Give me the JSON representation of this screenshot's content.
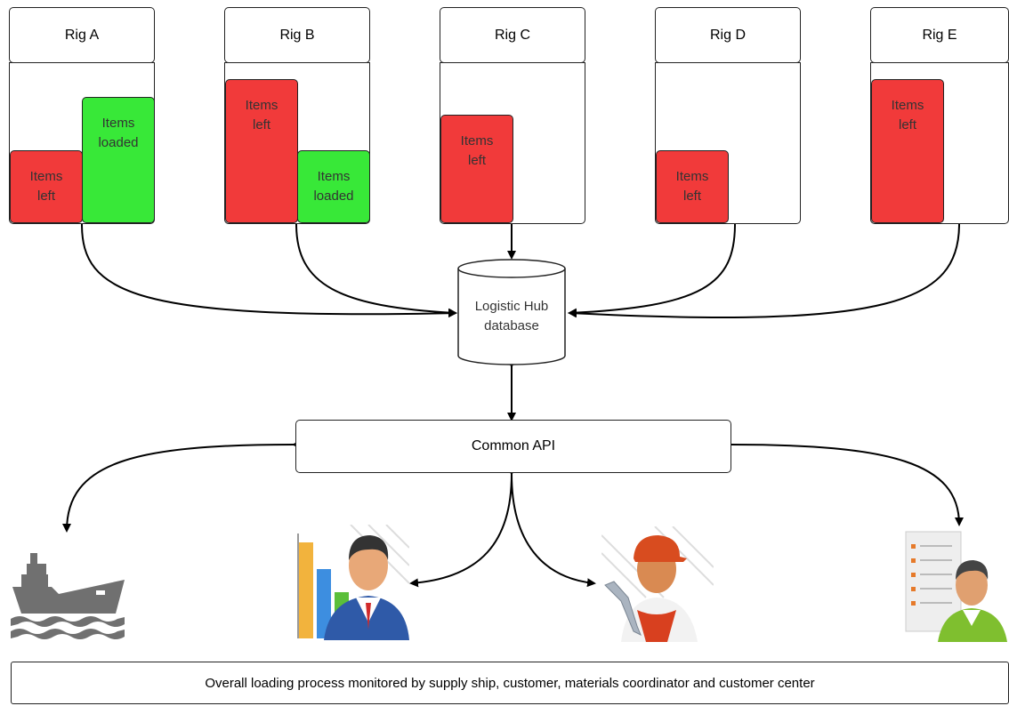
{
  "rigs": [
    {
      "title": "Rig A",
      "left_label": "Items\nleft",
      "loaded_label": "Items\nloaded"
    },
    {
      "title": "Rig B",
      "left_label": "Items\nleft",
      "loaded_label": "Items\nloaded"
    },
    {
      "title": "Rig C",
      "left_label": "Items\nleft"
    },
    {
      "title": "Rig D",
      "left_label": "Items\nleft"
    },
    {
      "title": "Rig E",
      "left_label": "Items\nleft"
    }
  ],
  "database": {
    "label": "Logistic Hub\ndatabase"
  },
  "api": {
    "label": "Common API"
  },
  "actors": [
    {
      "icon": "supply-ship-icon"
    },
    {
      "icon": "customer-chart-icon"
    },
    {
      "icon": "materials-coordinator-icon"
    },
    {
      "icon": "customer-center-icon"
    }
  ],
  "caption": "Overall loading process monitored by supply ship, customer, materials coordinator and customer center",
  "colors": {
    "items_left": "#f13a3a",
    "items_loaded": "#38e838"
  }
}
